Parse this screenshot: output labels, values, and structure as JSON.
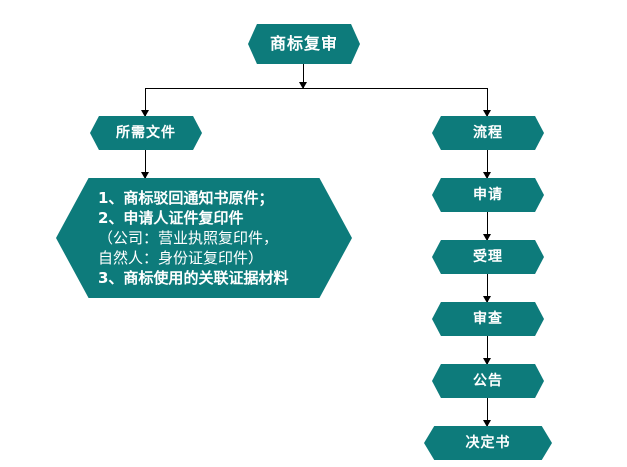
{
  "diagram": {
    "title_node": {
      "label": "商标复审"
    },
    "branches": {
      "left": {
        "label": "所需文件"
      },
      "right": {
        "label": "流程"
      }
    },
    "documents": {
      "lines": [
        {
          "text": "1、商标驳回通知书原件；",
          "bold": true
        },
        {
          "text": "2、申请人证件复印件",
          "bold": true
        },
        {
          "text": "（公司：营业执照复印件，",
          "bold": false
        },
        {
          "text": "自然人：身份证复印件）",
          "bold": false
        },
        {
          "text": "3、商标使用的关联证据材料",
          "bold": true
        }
      ]
    },
    "process_steps": [
      {
        "label": "申请"
      },
      {
        "label": "受理"
      },
      {
        "label": "审查"
      },
      {
        "label": "公告"
      },
      {
        "label": "决定书"
      }
    ],
    "colors": {
      "node_fill": "#0d7b7b",
      "node_text": "#ffffff",
      "connector": "#000000",
      "background": "#ffffff"
    }
  }
}
